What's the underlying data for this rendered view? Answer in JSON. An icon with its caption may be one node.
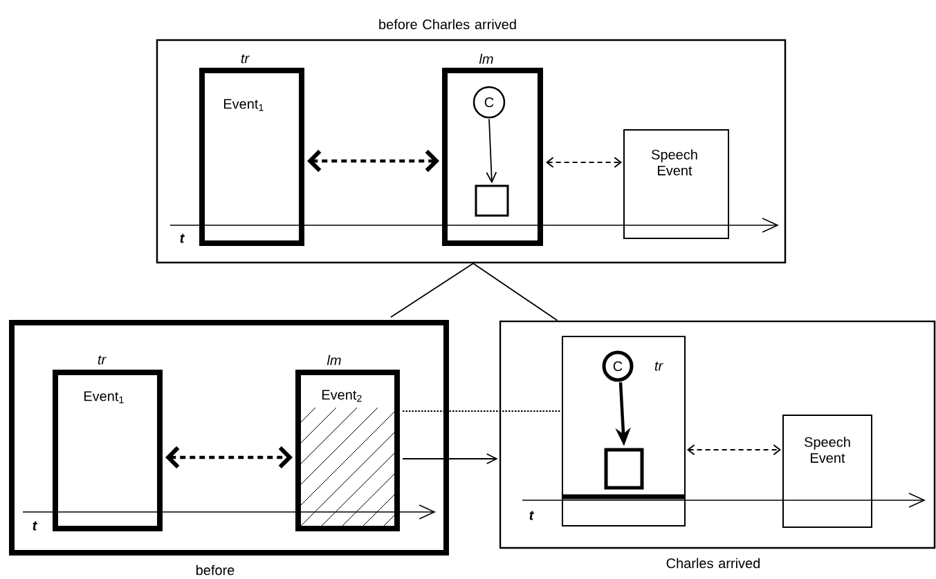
{
  "diagram": {
    "nodes": [
      {
        "text": [
          "before Charles arrived"
        ]
      },
      {
        "text": [
          "tr",
          "Event$_{1}$"
        ],
        "in": 0
      },
      {
        "text": [
          "lm"
        ],
        "in": 0
      },
      {
        "text": [
          "C"
        ],
        "in": 2
      },
      {
        "text": [],
        "shape": "box",
        "in": 2
      },
      {
        "text": [
          "Speech Event"
        ],
        "in": 0
      },
      {
        "text": [
          "before"
        ]
      },
      {
        "text": [
          "tr",
          "Event$_{1}$"
        ],
        "in": 6
      },
      {
        "text": [
          "lm",
          "Event$_{2}$"
        ],
        "in": 6
      },
      {
        "text": [
          "Charles arrived"
        ]
      },
      {
        "text": [],
        "shape": "box",
        "in": 9
      },
      {
        "text": [
          "C"
        ],
        "beside": [
          "tr"
        ],
        "in": 10
      },
      {
        "text": [],
        "shape": "box",
        "in": 10
      },
      {
        "text": [
          "Speech Event"
        ],
        "in": 9
      }
    ],
    "edges": [
      {
        "from": 1,
        "to": 2,
        "arrow": "both",
        "style": "dashed"
      },
      {
        "from": 3,
        "to": 4,
        "arrow": "to"
      },
      {
        "from": 2,
        "to": 5,
        "arrow": "both",
        "style": "dashed"
      },
      {
        "from": 0,
        "to": 6,
        "arrow": "none"
      },
      {
        "from": 0,
        "to": 9,
        "arrow": "none"
      },
      {
        "from": 7,
        "to": 8,
        "arrow": "both",
        "style": "dashed"
      },
      {
        "from": 8,
        "to": 10,
        "arrow": "none",
        "style": "dashed"
      },
      {
        "from": 8,
        "to": 9,
        "arrow": "to"
      },
      {
        "from": 11,
        "to": 12,
        "arrow": "to",
        "style": "thick"
      },
      {
        "from": 10,
        "to": 13,
        "arrow": "both",
        "style": "dashed"
      }
    ],
    "labels": [
      "t",
      "t",
      "t"
    ]
  }
}
